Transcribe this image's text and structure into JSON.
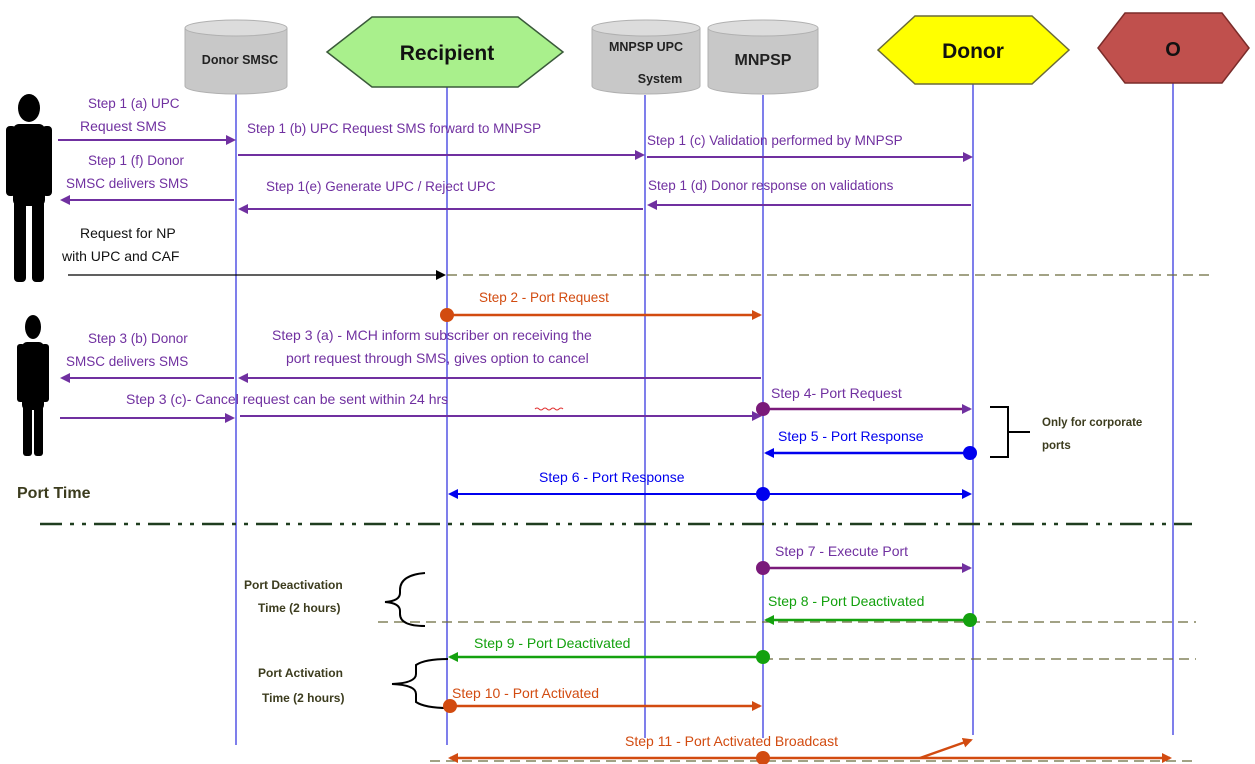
{
  "participants": {
    "donor_smsc": "Donor SMSC",
    "recipient": "Recipient",
    "mnpsp_upc_line1": "MNPSP UPC",
    "mnpsp_upc_line2": "System",
    "mnpsp": "MNPSP",
    "donor": "Donor",
    "other": "O"
  },
  "messages": {
    "s1a_line1": "Step 1 (a) UPC",
    "s1a_line2": "Request SMS",
    "s1b": "Step 1 (b) UPC Request SMS forward to MNPSP",
    "s1c": "Step 1 (c) Validation performed by MNPSP",
    "s1f_line1": "Step 1 (f) Donor",
    "s1f_line2": "SMSC delivers SMS",
    "s1e": "Step 1(e)  Generate UPC / Reject UPC",
    "s1d": "Step 1 (d) Donor response on validations",
    "np_line1": "Request for NP",
    "np_line2": "with UPC and CAF",
    "s2": "Step 2 - Port  Request",
    "s3b_line1": "Step 3 (b) Donor",
    "s3b_line2": "SMSC delivers SMS",
    "s3a_line1": "Step 3 (a) -  MCH inform subscriber on receiving the",
    "s3a_line2": "port request through SMS, gives option to cancel",
    "s3c": "Step 3 (c)-  Cancel request can be sent within 24 hrs",
    "s4": "Step 4-  Port Request",
    "s5": "Step 5 - Port Response",
    "s6": "Step 6 - Port Response",
    "s7": "Step 7 - Execute Port",
    "s8": "Step 8 - Port Deactivated",
    "s9": "Step 9 - Port Deactivated",
    "s10": "Step 10 - Port  Activated",
    "s11": "Step 11 - Port  Activated Broadcast"
  },
  "annotations": {
    "corporate_line1": "Only for corporate",
    "corporate_line2": "ports",
    "port_time": "Port Time",
    "deact_line1": "Port Deactivation",
    "deact_line2": "Time (2 hours)",
    "act_line1": "Port Activation",
    "act_line2": "Time (2 hours)"
  },
  "colors": {
    "purple": "#7030a0",
    "orange": "#d24b10",
    "blue": "#0000ee",
    "green": "#13a10e",
    "dark_green": "#1f3d1f",
    "olive": "#3c3c1e",
    "lifeline": "#3a3ae0",
    "cylinder": "#c8c8c8",
    "recipient_fill": "#a9f08c",
    "donor_fill": "#ffff00",
    "other_fill": "#c0504d"
  }
}
